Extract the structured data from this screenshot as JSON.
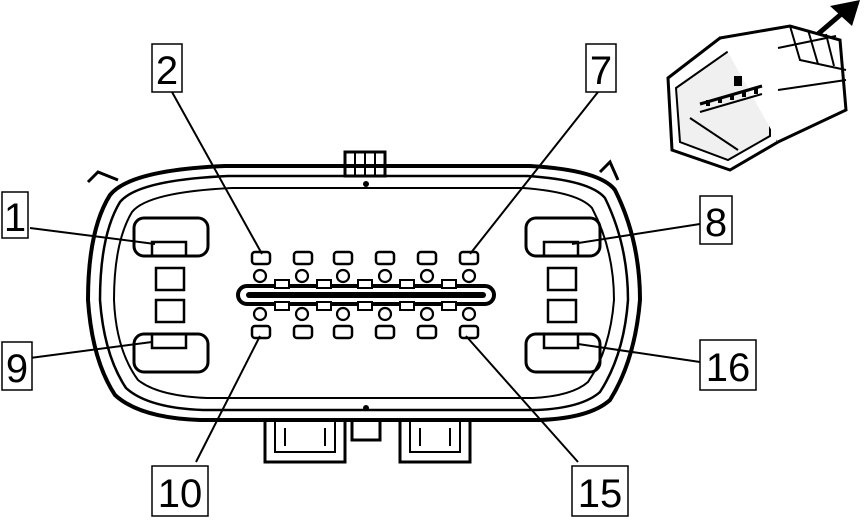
{
  "pin_labels": {
    "p1": "1",
    "p2": "2",
    "p7": "7",
    "p8": "8",
    "p9": "9",
    "p10": "10",
    "p15": "15",
    "p16": "16"
  },
  "colors": {
    "ink": "#000000",
    "paper": "#ffffff",
    "shade": "#f0f0f0"
  },
  "icons": {
    "direction": "arrow-up-right-icon",
    "connector_view": "connector-3d-icon"
  }
}
